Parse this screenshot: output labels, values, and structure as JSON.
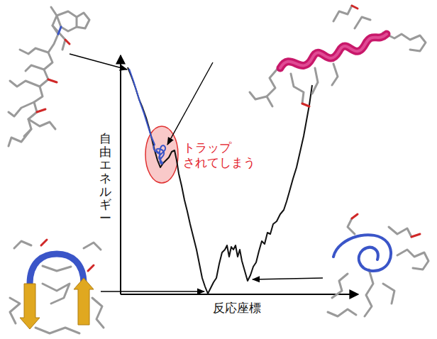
{
  "diagram": {
    "labels": [
      "自由エネルギー",
      "反応座標",
      "トラップ されてしまう"
    ]
  }
}
